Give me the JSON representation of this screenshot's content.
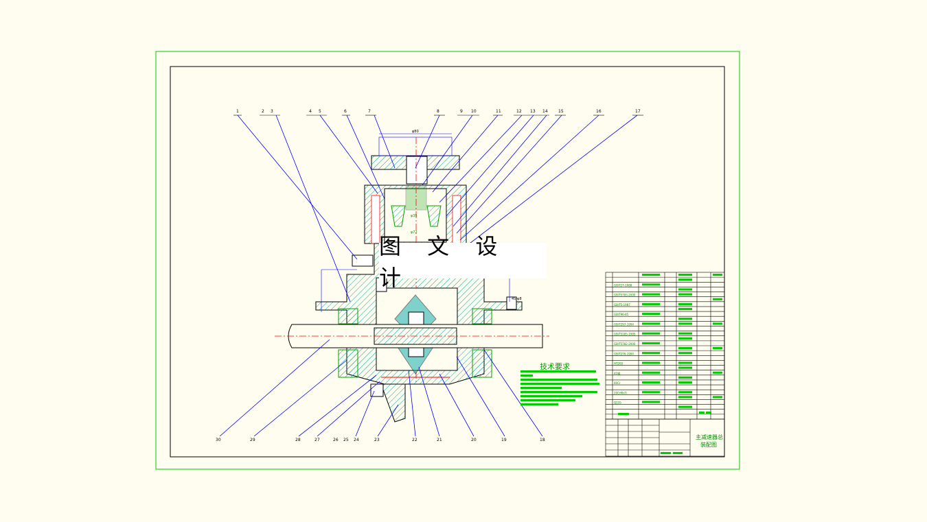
{
  "watermark": "图 文 设 计",
  "balloons": {
    "top": [
      "1",
      "2",
      "3",
      "4",
      "5",
      "6",
      "7",
      "8",
      "9",
      "10",
      "11",
      "12",
      "13",
      "14",
      "15",
      "16",
      "17"
    ],
    "bottom": [
      "30",
      "29",
      "28",
      "27",
      "26",
      "25",
      "24",
      "23",
      "22",
      "21",
      "20",
      "19",
      "18"
    ]
  },
  "dimensions": {
    "top_width": "φ80",
    "bore_1": "φ35",
    "bore_2": "φ72",
    "right_note": "45-φ8"
  },
  "tech_requirements_title": "技术要求",
  "bom_partial_labels": [
    "GB/T27-1988",
    "GB/T5783-2000",
    "GB/T5-1987",
    "GB/T96-85",
    "GB/T297-1994",
    "GB/T5185-1985",
    "GB/T5782-2000",
    "GB/T276-1994",
    "HT200",
    "45钢",
    "40Cr",
    "20CrMnTi",
    "Q235"
  ],
  "title_block": {
    "name_line1": "主减速器总",
    "name_line2": "装配图"
  },
  "colors": {
    "frame": "#00cc00",
    "inner": "#000000",
    "leader": "#0000ff",
    "part": "#00a000",
    "hatch": "#00a8a8",
    "center": "#ff0000"
  }
}
